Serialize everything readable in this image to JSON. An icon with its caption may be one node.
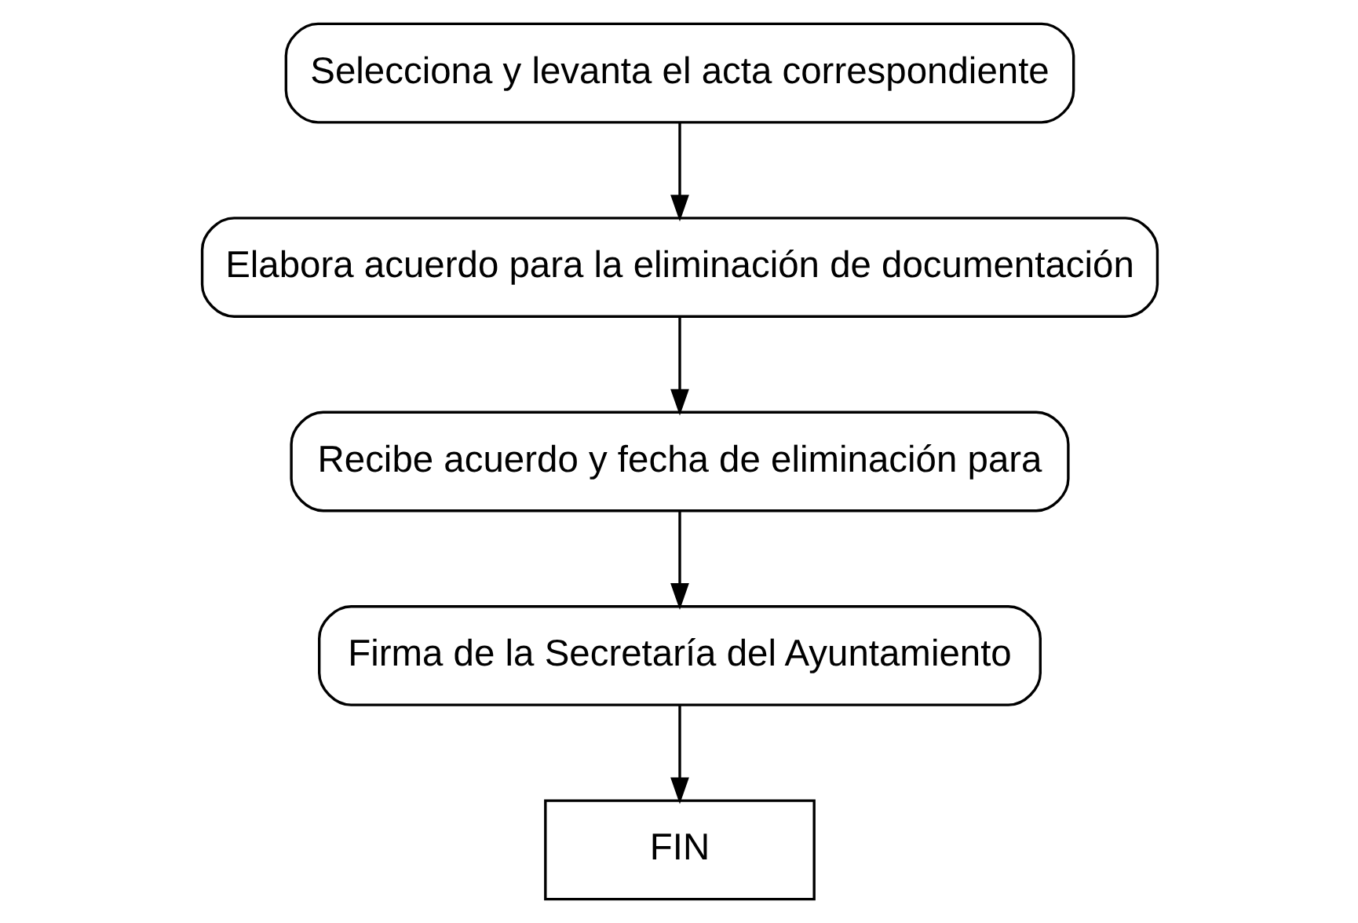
{
  "diagram": {
    "nodes": [
      {
        "text": [
          "Selecciona y levanta el acta correspondiente"
        ]
      },
      {
        "text": [
          "Elabora acuerdo para la eliminación de documentación"
        ]
      },
      {
        "text": [
          "Recibe acuerdo y fecha de eliminación para"
        ]
      },
      {
        "text": [
          "Firma de la Secretaría del Ayuntamiento"
        ]
      },
      {
        "text": [
          "FIN"
        ]
      }
    ],
    "edges": [
      {
        "from": 0,
        "to": 1,
        "arrow": "to"
      },
      {
        "from": 1,
        "to": 2,
        "arrow": "to"
      },
      {
        "from": 2,
        "to": 3,
        "arrow": "to"
      },
      {
        "from": 3,
        "to": 4,
        "arrow": "to"
      }
    ]
  }
}
